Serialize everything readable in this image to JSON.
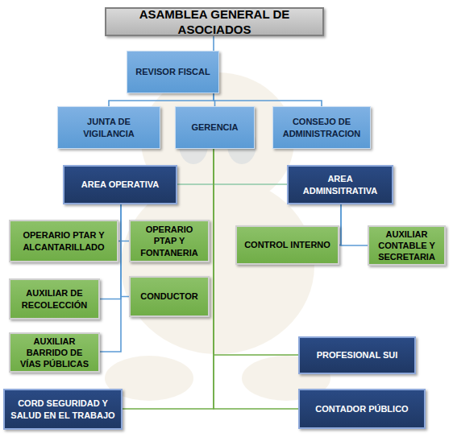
{
  "diagram": {
    "nodes": [
      {
        "text": [
          "ASAMBLEA GENERAL DE ASOCIADOS"
        ]
      },
      {
        "text": [
          "REVISOR FISCAL"
        ]
      },
      {
        "text": [
          "JUNTA DE VIGILANCIA"
        ]
      },
      {
        "text": [
          "GERENCIA"
        ]
      },
      {
        "text": [
          "CONSEJO DE ADMINISTRACION"
        ]
      },
      {
        "text": [
          "AREA OPERATIVA"
        ]
      },
      {
        "text": [
          "AREA ADMINSITRATIVA"
        ]
      },
      {
        "text": [
          "OPERARIO PTAR Y ALCANTARILLADO"
        ]
      },
      {
        "text": [
          "OPERARIO PTAP Y FONTANERIA"
        ]
      },
      {
        "text": [
          "CONTROL INTERNO"
        ]
      },
      {
        "text": [
          "AUXILIAR CONTABLE Y SECRETARIA"
        ]
      },
      {
        "text": [
          "AUXILIAR DE RECOLECCIÓN"
        ]
      },
      {
        "text": [
          "CONDUCTOR"
        ]
      },
      {
        "text": [
          "AUXILIAR BARRIDO DE VÍAS PÚBLICAS"
        ]
      },
      {
        "text": [
          "PROFESIONAL SUI"
        ]
      },
      {
        "text": [
          "CORD SEGURIDAD Y SALUD EN EL TRABAJO"
        ]
      },
      {
        "text": [
          "CONTADOR PÚBLICO"
        ]
      }
    ],
    "edges": [
      {
        "from": 0,
        "to": 1,
        "arrow": "none"
      },
      {
        "from": 1,
        "to": 2,
        "arrow": "none"
      },
      {
        "from": 1,
        "to": 3,
        "arrow": "none"
      },
      {
        "from": 1,
        "to": 4,
        "arrow": "none"
      },
      {
        "from": 3,
        "to": 5,
        "arrow": "none"
      },
      {
        "from": 3,
        "to": 6,
        "arrow": "none"
      },
      {
        "from": 3,
        "to": 14,
        "arrow": "none"
      },
      {
        "from": 3,
        "to": 15,
        "arrow": "none"
      },
      {
        "from": 3,
        "to": 16,
        "arrow": "none"
      },
      {
        "from": 5,
        "to": 7,
        "arrow": "none"
      },
      {
        "from": 5,
        "to": 8,
        "arrow": "none"
      },
      {
        "from": 5,
        "to": 11,
        "arrow": "none"
      },
      {
        "from": 5,
        "to": 12,
        "arrow": "none"
      },
      {
        "from": 5,
        "to": 13,
        "arrow": "none"
      },
      {
        "from": 6,
        "to": 9,
        "arrow": "none"
      },
      {
        "from": 6,
        "to": 10,
        "arrow": "none"
      }
    ]
  }
}
